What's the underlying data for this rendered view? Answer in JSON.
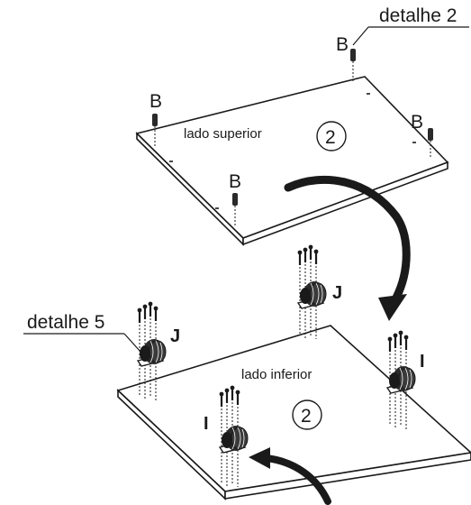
{
  "labels": {
    "detail_2": "detalhe 2",
    "detail_5": "detalhe 5",
    "top_panel": "lado superior",
    "bottom_panel": "lado inferior",
    "part_number_top": "2",
    "part_number_bottom": "2",
    "fastener_b": "B",
    "caster_j": "J",
    "caster_i": "I"
  },
  "colors": {
    "line": "#1a1a1a",
    "panel_fill": "#ffffff",
    "part_fill": "#2a2a2a"
  }
}
